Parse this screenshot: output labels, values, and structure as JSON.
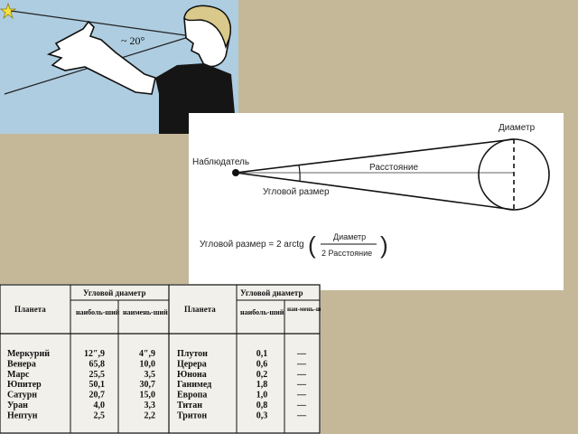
{
  "panel1": {
    "angle_label": "~ 20°"
  },
  "diagram": {
    "observer": "Наблюдатель",
    "diameter": "Диаметр",
    "distance": "Расстояние",
    "angular_size": "Угловой размер",
    "formula_left": "Угловой размер = 2 arctg",
    "formula_numerator": "Диаметр",
    "formula_denominator": "2 Расстояние"
  },
  "table": {
    "headers": {
      "planet": "Планета",
      "angular_diameter": "Угловой диаметр",
      "largest": "наиболь-ший",
      "smallest": "наимень-ший",
      "largest_right": "наиболь-ший",
      "smallest_right": "наи-мень-ший"
    },
    "left_rows": [
      {
        "name": "Меркурий",
        "max": "12″,9",
        "min": "4″,9"
      },
      {
        "name": "Венера",
        "max": "65,8",
        "min": "10,0"
      },
      {
        "name": "Марс",
        "max": "25,5",
        "min": "3,5"
      },
      {
        "name": "Юпитер",
        "max": "50,1",
        "min": "30,7"
      },
      {
        "name": "Сатурн",
        "max": "20,7",
        "min": "15,0"
      },
      {
        "name": "Уран",
        "max": "4,0",
        "min": "3,3"
      },
      {
        "name": "Нептун",
        "max": "2,5",
        "min": "2,2"
      }
    ],
    "right_rows": [
      {
        "name": "Плутон",
        "max": "0,1",
        "min": "—"
      },
      {
        "name": "Церера",
        "max": "0,6",
        "min": "—"
      },
      {
        "name": "Юнона",
        "max": "0,2",
        "min": "—"
      },
      {
        "name": "Ганимед",
        "max": "1,8",
        "min": "—"
      },
      {
        "name": "Европа",
        "max": "1,0",
        "min": "—"
      },
      {
        "name": "Титан",
        "max": "0,8",
        "min": "—"
      },
      {
        "name": "Тритон",
        "max": "0,3",
        "min": "—"
      }
    ]
  }
}
